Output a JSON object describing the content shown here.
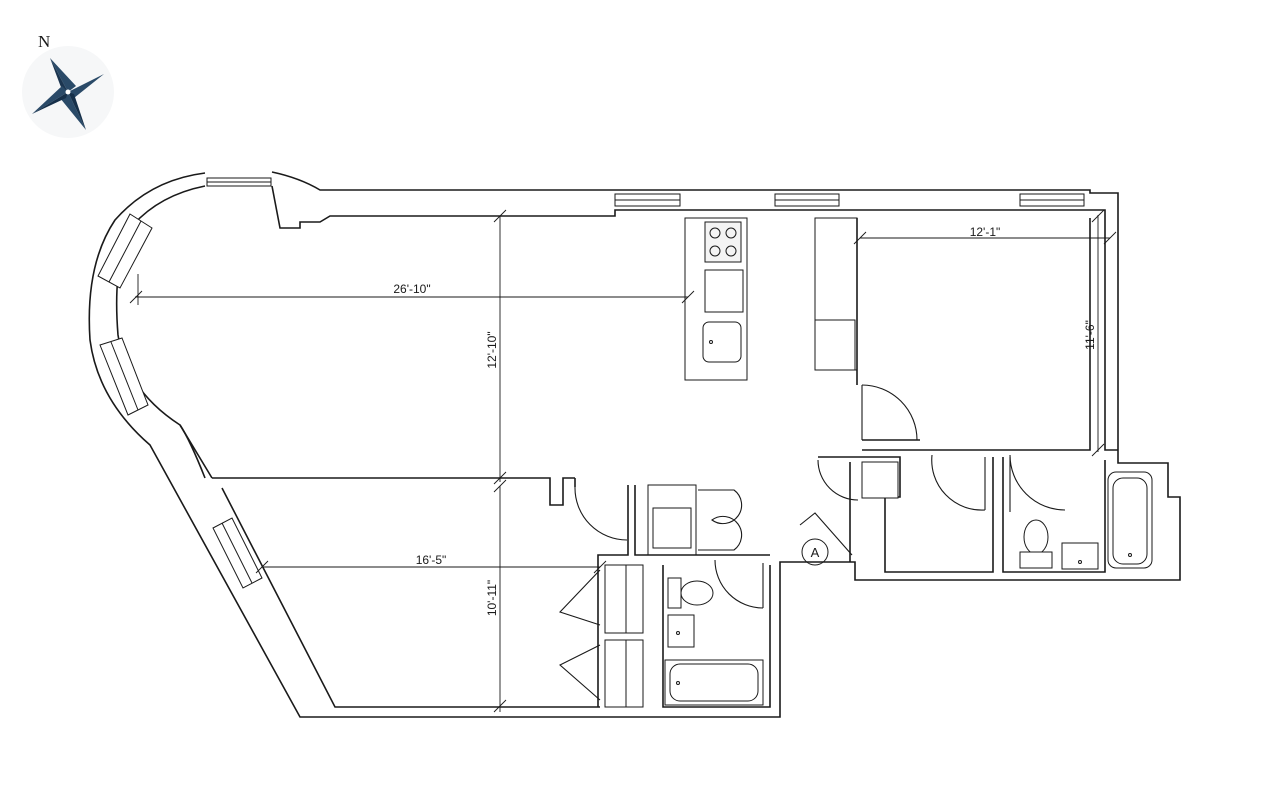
{
  "compass": {
    "north_label": "N"
  },
  "dimensions": {
    "living_width": "26'-10\"",
    "living_depth": "12'-10\"",
    "bedroom1_width": "16'-5\"",
    "bedroom1_depth": "10'-11\"",
    "bedroom2_width": "12'-1\"",
    "bedroom2_depth": "11'-6\""
  },
  "entry_marker": "A"
}
